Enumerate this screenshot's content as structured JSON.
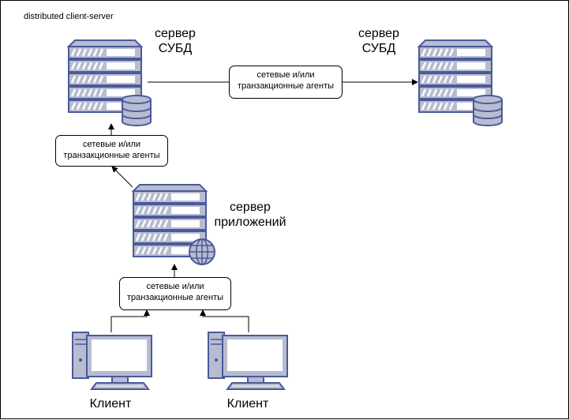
{
  "diagram": {
    "title": "distributed client-server",
    "db_server_left": {
      "line1": "сервер",
      "line2": "СУБД"
    },
    "db_server_right": {
      "line1": "сервер",
      "line2": "СУБД"
    },
    "app_server": {
      "line1": "сервер",
      "line2": "приложений"
    },
    "agent_top": {
      "line1": "сетевые и/или",
      "line2": "транзакционные агенты"
    },
    "agent_middle": {
      "line1": "сетевые и/или",
      "line2": "транзакционные агенты"
    },
    "agent_bottom": {
      "line1": "сетевые и/или",
      "line2": "транзакционные агенты"
    },
    "client_left": "Клиент",
    "client_right": "Клиент",
    "colors": {
      "fill": "#B8BCD0",
      "stroke": "#4A5A9A",
      "stripe": "#ffffff"
    }
  }
}
